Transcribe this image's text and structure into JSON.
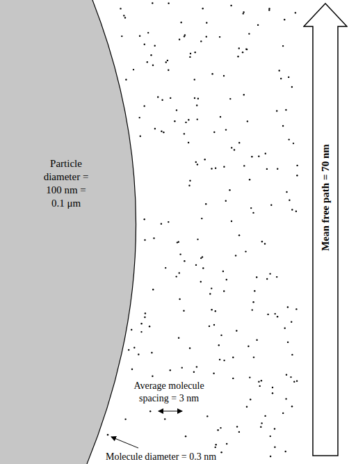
{
  "diagram": {
    "nodes": [
      {
        "text": [
          "Particle diameter = 100 nm = 0.1 μm"
        ]
      },
      {
        "text": [
          "Mean free path = 70 nm"
        ]
      }
    ],
    "labels": [
      "Average molecule spacing = 3 nm",
      "Molecule diameter = 0.3 nm"
    ]
  }
}
